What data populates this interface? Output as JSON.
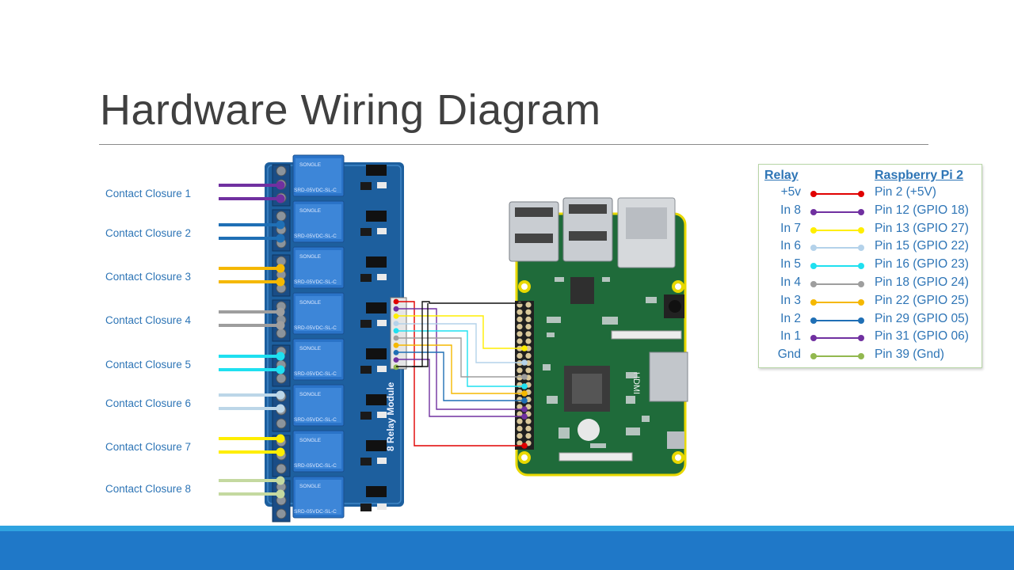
{
  "slide": {
    "title": "Hardware Wiring Diagram"
  },
  "contact_closures": [
    {
      "label": "Contact Closure 1",
      "color": "#7030a0"
    },
    {
      "label": "Contact Closure 2",
      "color": "#1f6fb5"
    },
    {
      "label": "Contact Closure 3",
      "color": "#f5b800"
    },
    {
      "label": "Contact Closure 4",
      "color": "#9e9e9e"
    },
    {
      "label": "Contact Closure 5",
      "color": "#1fe0f0"
    },
    {
      "label": "Contact Closure 6",
      "color": "#bcd6e8"
    },
    {
      "label": "Contact Closure 7",
      "color": "#ffee00"
    },
    {
      "label": "Contact Closure 8",
      "color": "#c4d9a0"
    }
  ],
  "relay_board": {
    "relay_marks": [
      "SONGLE",
      "SRD-05VDC-SL-C"
    ],
    "module_label": "8 Relay Module"
  },
  "raspberry_pi": {
    "port_label": "HDMI"
  },
  "legend": {
    "relay_header": "Relay",
    "pi_header": "Raspberry Pi 2",
    "rows": [
      {
        "relay": "+5v",
        "pi": "Pin 2 (+5V)",
        "color": "#e00000"
      },
      {
        "relay": "In 8",
        "pi": "Pin 12 (GPIO 18)",
        "color": "#7030a0"
      },
      {
        "relay": "In 7",
        "pi": "Pin 13 (GPIO 27)",
        "color": "#ffee00"
      },
      {
        "relay": "In 6",
        "pi": "Pin 15 (GPIO 22)",
        "color": "#b4d2ea"
      },
      {
        "relay": "In 5",
        "pi": "Pin 16 (GPIO 23)",
        "color": "#1fe0f0"
      },
      {
        "relay": "In 4",
        "pi": "Pin 18 (GPIO 24)",
        "color": "#9e9e9e"
      },
      {
        "relay": "In 3",
        "pi": "Pin 22 (GPIO 25)",
        "color": "#f5b800"
      },
      {
        "relay": "In 2",
        "pi": "Pin 29 (GPIO 05)",
        "color": "#1f6fb5"
      },
      {
        "relay": "In 1",
        "pi": "Pin 31 (GPIO 06)",
        "color": "#7030a0"
      },
      {
        "relay": "Gnd",
        "pi": "Pin 39 (Gnd)",
        "color": "#92b84f"
      }
    ]
  }
}
